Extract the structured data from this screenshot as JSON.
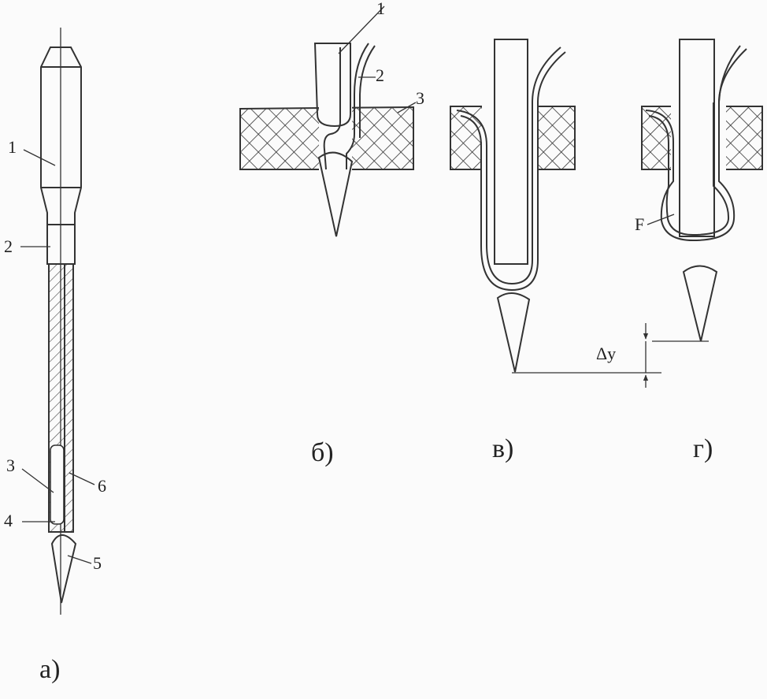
{
  "figure": {
    "panel_a": {
      "caption": "а)",
      "labels": [
        "1",
        "2",
        "3",
        "4",
        "5",
        "6"
      ]
    },
    "panel_b": {
      "caption": "б)",
      "labels": [
        "1",
        "2",
        "3"
      ]
    },
    "panel_v": {
      "caption": "в)"
    },
    "panel_g": {
      "caption": "г)",
      "loop_label": "F",
      "offset_label": "Δy"
    }
  },
  "colors": {
    "line": "#333333",
    "background": "#fbfbfb"
  }
}
